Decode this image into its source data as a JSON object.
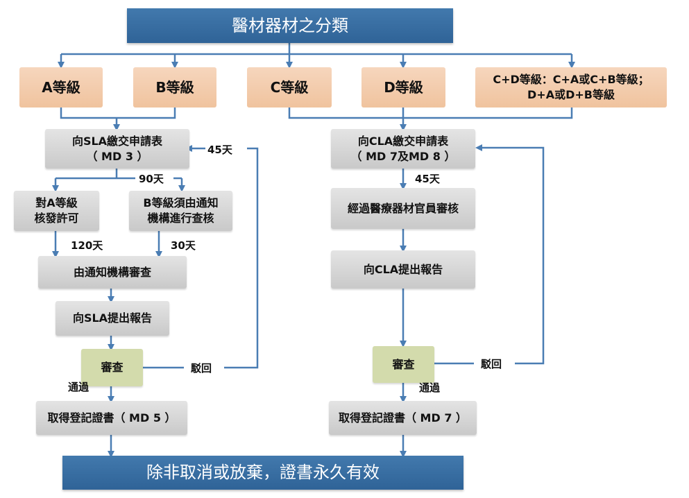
{
  "title": "醫材器材之分類",
  "footer": "除非取消或放棄，證書永久有效",
  "colors": {
    "header_blue": "#3a6fa3",
    "grade_peach": "#f3cdae",
    "step_gray": "#d6d6d6",
    "review_green": "#d3dbac",
    "connector": "#4a7db3"
  },
  "grades": {
    "a": "A等級",
    "b": "B等級",
    "c": "C等級",
    "d": "D等級",
    "combo_line1": "C+D等級：C+A或C+B等級；",
    "combo_line2": "D+A或D+B等級"
  },
  "left_flow": {
    "apply_line1": "向SLA繳交申請表",
    "apply_line2": "（ MD 3 ）",
    "days_resubmit": "45天",
    "days_split": "90天",
    "a_permit_line1": "對A等級",
    "a_permit_line2": "核發許可",
    "b_audit_line1": "B等級須由通知",
    "b_audit_line2": "機構進行查核",
    "days_a": "120天",
    "days_b": "30天",
    "notified_review": "由通知機構審查",
    "report": "向SLA提出報告",
    "review": "審查",
    "pass": "通過",
    "reject": "駁回",
    "certificate": "取得登記證書（ MD 5 ）"
  },
  "right_flow": {
    "apply_line1": "向CLA繳交申請表",
    "apply_line2": "（ MD 7及MD 8 ）",
    "days": "45天",
    "officer_review": "經過醫療器材官員審核",
    "report": "向CLA提出報告",
    "review": "審查",
    "pass": "通過",
    "reject": "駁回",
    "certificate": "取得登記證書（ MD 7 ）"
  }
}
